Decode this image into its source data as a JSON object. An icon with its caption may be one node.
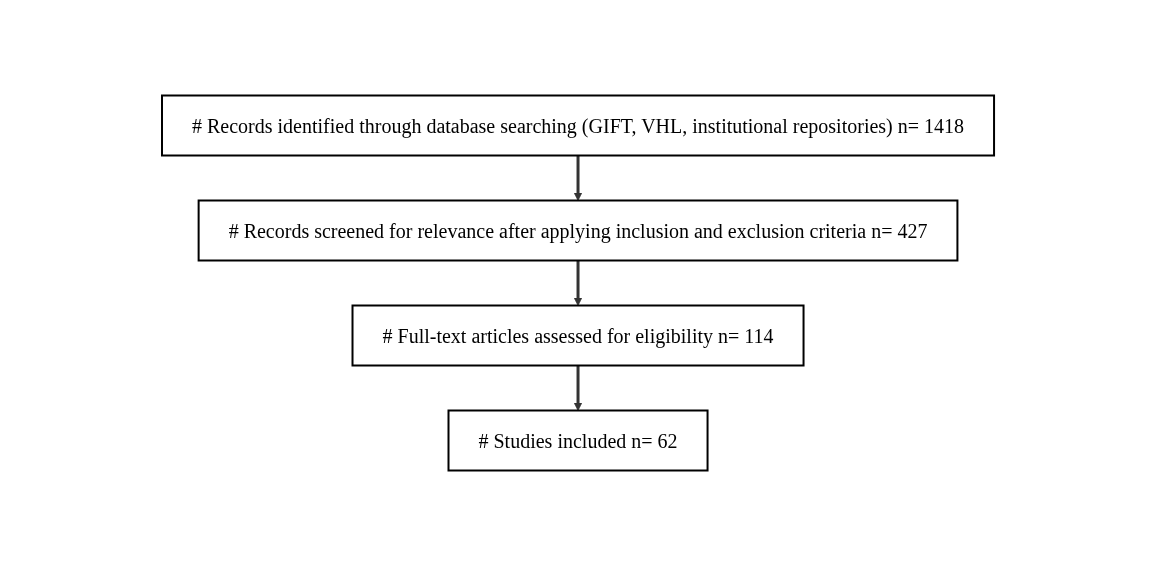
{
  "diagram": {
    "nodes": [
      {
        "text": [
          "# Records identified through database searching (GIFT, VHL, institutional repositories) n= 1418"
        ]
      },
      {
        "text": [
          "# Records screened for relevance after applying inclusion and exclusion criteria n= 427"
        ]
      },
      {
        "text": [
          "# Full-text articles assessed for eligibility n= 114"
        ]
      },
      {
        "text": [
          "# Studies included n= 62"
        ]
      }
    ],
    "edges": [
      {
        "from": 0,
        "to": 1,
        "arrow": "to"
      },
      {
        "from": 1,
        "to": 2,
        "arrow": "to"
      },
      {
        "from": 2,
        "to": 3,
        "arrow": "to"
      }
    ]
  }
}
